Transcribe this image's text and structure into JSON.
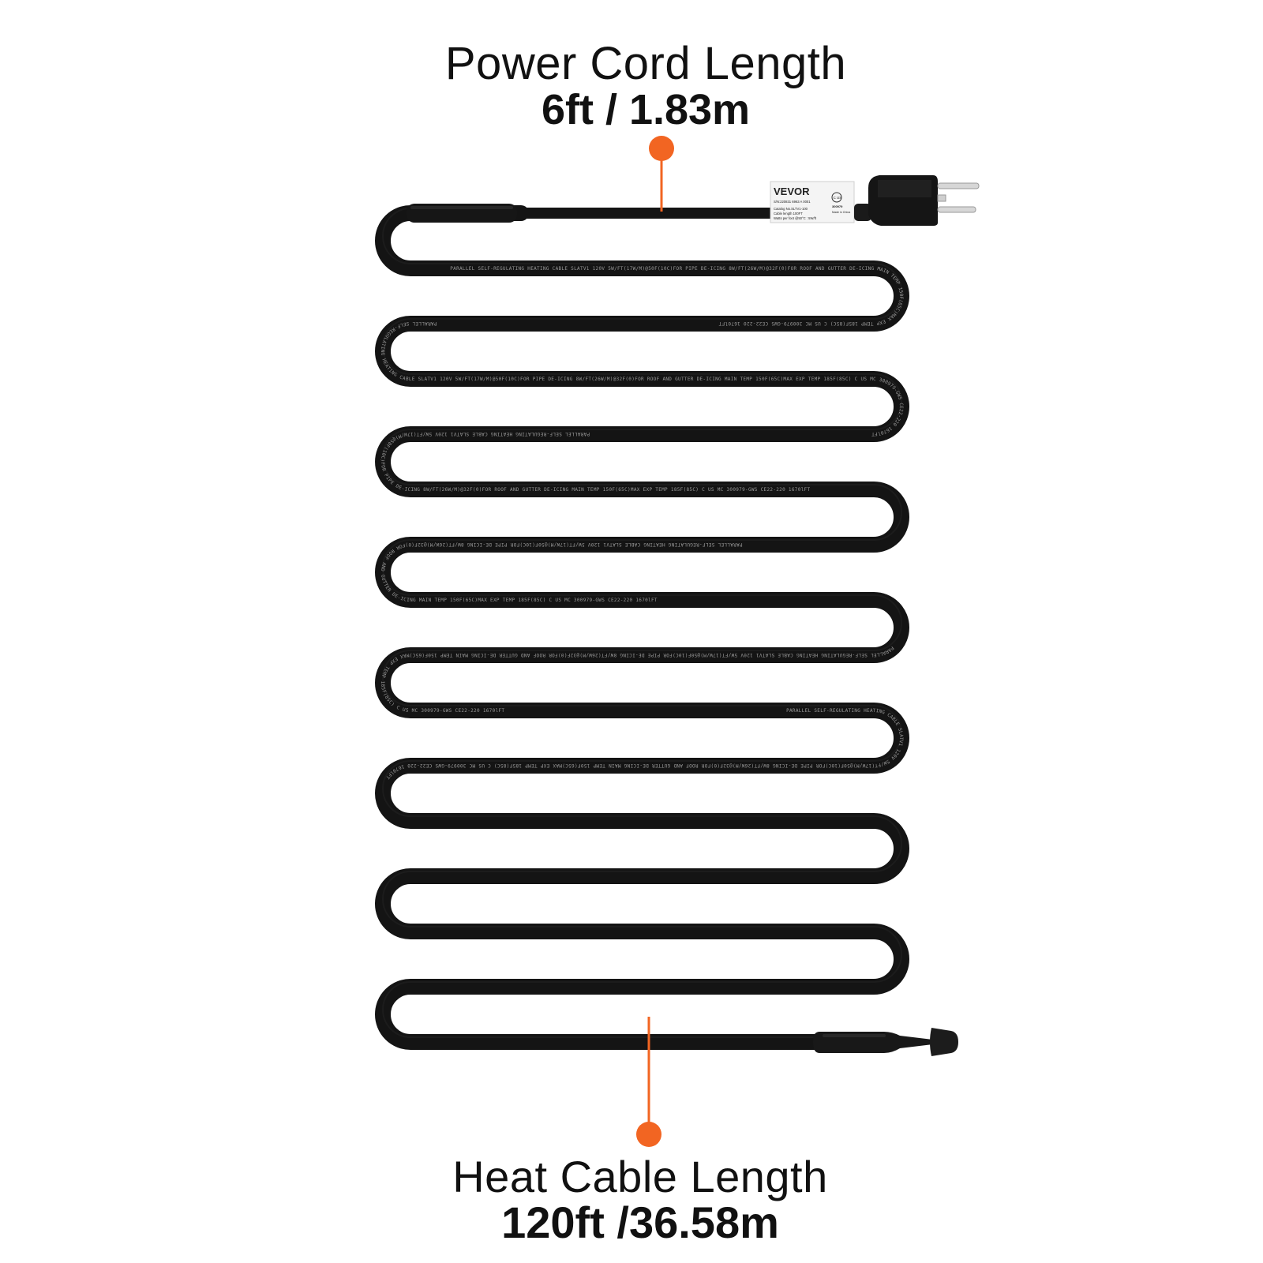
{
  "power_cord": {
    "title": "Power Cord Length",
    "value": "6ft / 1.83m"
  },
  "heat_cable": {
    "title": "Heat Cable Length",
    "value": "120ft /36.58m"
  },
  "plug_tag": {
    "brand": "VEVOR",
    "line1": "S/N:220831 6963 A 0001",
    "line2": "Catalog No.SLTV1-100",
    "line3": "Cable length 100FT",
    "line4": "Watts per foot @50°C : 5W/ft",
    "cert_mark": "C US",
    "cert_number": "300979",
    "made_in": "Made in China"
  },
  "cable_printing": {
    "text": "PARALLEL SELF-REGULATING HEATING CABLE SLATV1 120V 5W/FT(17W/M)@50F(10C)FOR PIPE DE-ICING 8W/FT(26W/M)@32F(0)FOR ROOF AND GUTTER DE-ICING MAIN TEMP 150F(65C)MAX EXP TEMP 185F(85C) C US MC 300979-GWS CE22-220 1670lFT"
  },
  "colors": {
    "accent": "#f26522",
    "cable": "#141414",
    "text": "#111111",
    "background": "#ffffff"
  },
  "icons": {
    "plug": "three-prong-plug",
    "end_cap": "cable-end-cap",
    "marker": "orange-dot"
  }
}
